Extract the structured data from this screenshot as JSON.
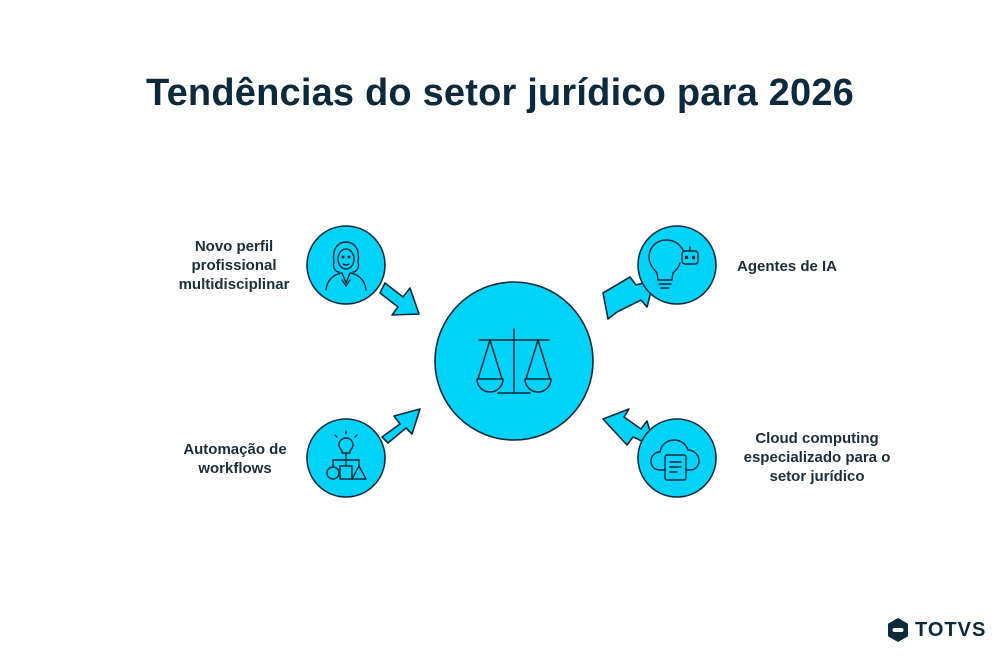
{
  "title": "Tendências do setor jurídico para 2026",
  "nodes": {
    "top_left": {
      "label": "Novo perfil\nprofissional\nmultidisciplinar",
      "icon": "lawyer-icon"
    },
    "top_right": {
      "label": "Agentes de IA",
      "icon": "lightbulb-robot-icon"
    },
    "bottom_left": {
      "label": "Automação de\nworkflows",
      "icon": "workflow-icon"
    },
    "bottom_right": {
      "label": "Cloud computing\nespecializado para o\nsetor jurídico",
      "icon": "cloud-document-icon"
    },
    "center": {
      "icon": "scales-of-justice-icon"
    }
  },
  "colors": {
    "fill": "#00d3f7",
    "stroke": "#0c2a3b",
    "title": "#0c2a3b"
  },
  "logo": {
    "text": "TOTVS"
  }
}
